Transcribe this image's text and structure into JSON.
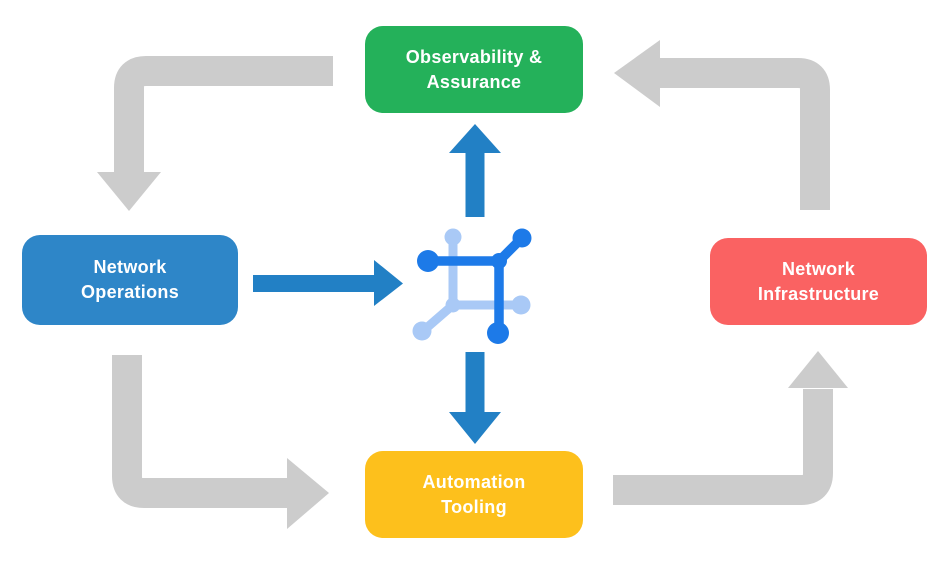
{
  "diagram_title": "Network automation cycle diagram",
  "colors": {
    "background": "#ffffff",
    "text": "#ffffff",
    "green": "#24b15a",
    "blue": "#2e86c8",
    "red": "#fa6262",
    "yellow": "#fdc01c",
    "gray": "#cccccc",
    "arrowBlue": "#2280c5",
    "iconDark": "#1d7ae8",
    "iconLight": "#a9c9f6"
  },
  "nodes": {
    "observability": {
      "line1": "Observability &",
      "line2": "Assurance"
    },
    "operations": {
      "line1": "Network",
      "line2": "Operations"
    },
    "infrastructure": {
      "line1": "Network",
      "line2": "Infrastructure"
    },
    "automation": {
      "line1": "Automation",
      "line2": "Tooling"
    }
  },
  "center_icon": "network-hub-icon",
  "flows": [
    {
      "from": "observability-assurance",
      "to": "network-operations",
      "style": "gray-elbow-arrow"
    },
    {
      "from": "network-operations",
      "to": "automation-tooling",
      "style": "gray-elbow-arrow"
    },
    {
      "from": "automation-tooling",
      "to": "network-infrastructure",
      "style": "gray-elbow-arrow"
    },
    {
      "from": "network-infrastructure",
      "to": "observability-assurance",
      "style": "gray-elbow-arrow"
    },
    {
      "from": "network-operations",
      "to": "network-hub-icon",
      "style": "blue-straight-arrow"
    },
    {
      "from": "network-hub-icon",
      "to": "observability-assurance",
      "style": "blue-straight-arrow"
    },
    {
      "from": "network-hub-icon",
      "to": "automation-tooling",
      "style": "blue-straight-arrow"
    }
  ]
}
